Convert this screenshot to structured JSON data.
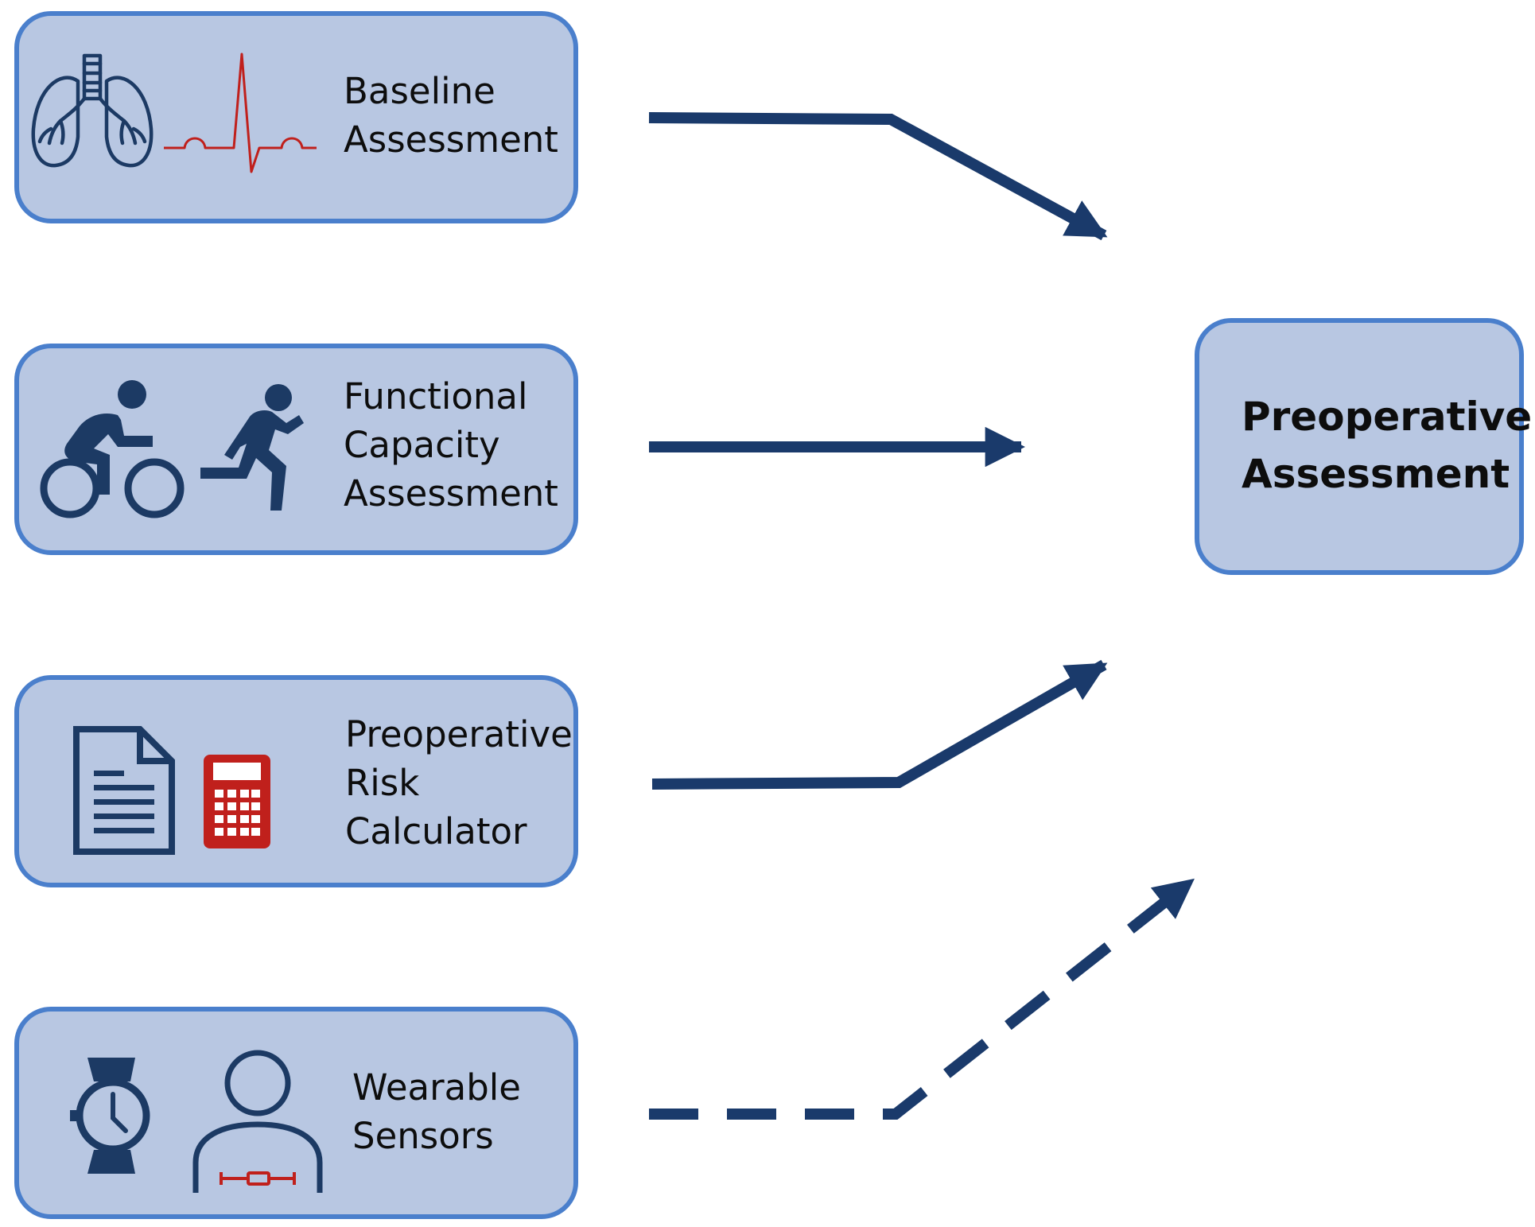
{
  "sources": [
    {
      "id": "baseline",
      "lines": [
        "Baseline",
        "Assessment"
      ],
      "icons": [
        "lungs-icon",
        "ecg-icon"
      ],
      "connector": "solid"
    },
    {
      "id": "functional",
      "lines": [
        "Functional",
        "Capacity",
        "Assessment"
      ],
      "icons": [
        "cyclist-icon",
        "runner-icon"
      ],
      "connector": "solid"
    },
    {
      "id": "risk",
      "lines": [
        "Preoperative",
        "Risk",
        "Calculator"
      ],
      "icons": [
        "document-icon",
        "calculator-icon"
      ],
      "connector": "solid"
    },
    {
      "id": "wearable",
      "lines": [
        "Wearable",
        "Sensors"
      ],
      "icons": [
        "watch-icon",
        "person-chest-sensor-icon"
      ],
      "connector": "dashed"
    }
  ],
  "target": {
    "lines": [
      "Preoperative",
      "Assessment"
    ]
  },
  "colors": {
    "box_fill": "#b8c7e2",
    "box_border": "#4a7fcc",
    "arrow": "#1a3a6b",
    "icon_navy": "#1c3a64",
    "icon_red": "#c0201c"
  }
}
